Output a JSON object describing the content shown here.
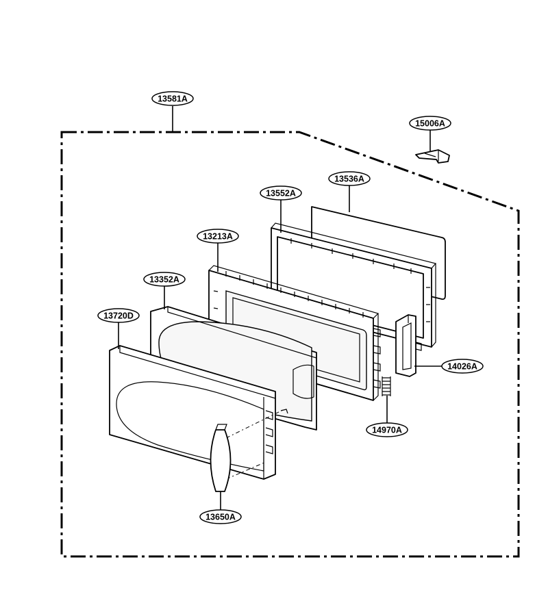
{
  "callouts": {
    "c13581A": "13581A",
    "c15006A": "15006A",
    "c13536A": "13536A",
    "c13552A": "13552A",
    "c13213A": "13213A",
    "c13352A": "13352A",
    "c13720D": "13720D",
    "c14026A": "14026A",
    "c14970A": "14970A",
    "c13650A": "13650A"
  },
  "colors": {
    "line": "#000000",
    "background": "#ffffff"
  }
}
